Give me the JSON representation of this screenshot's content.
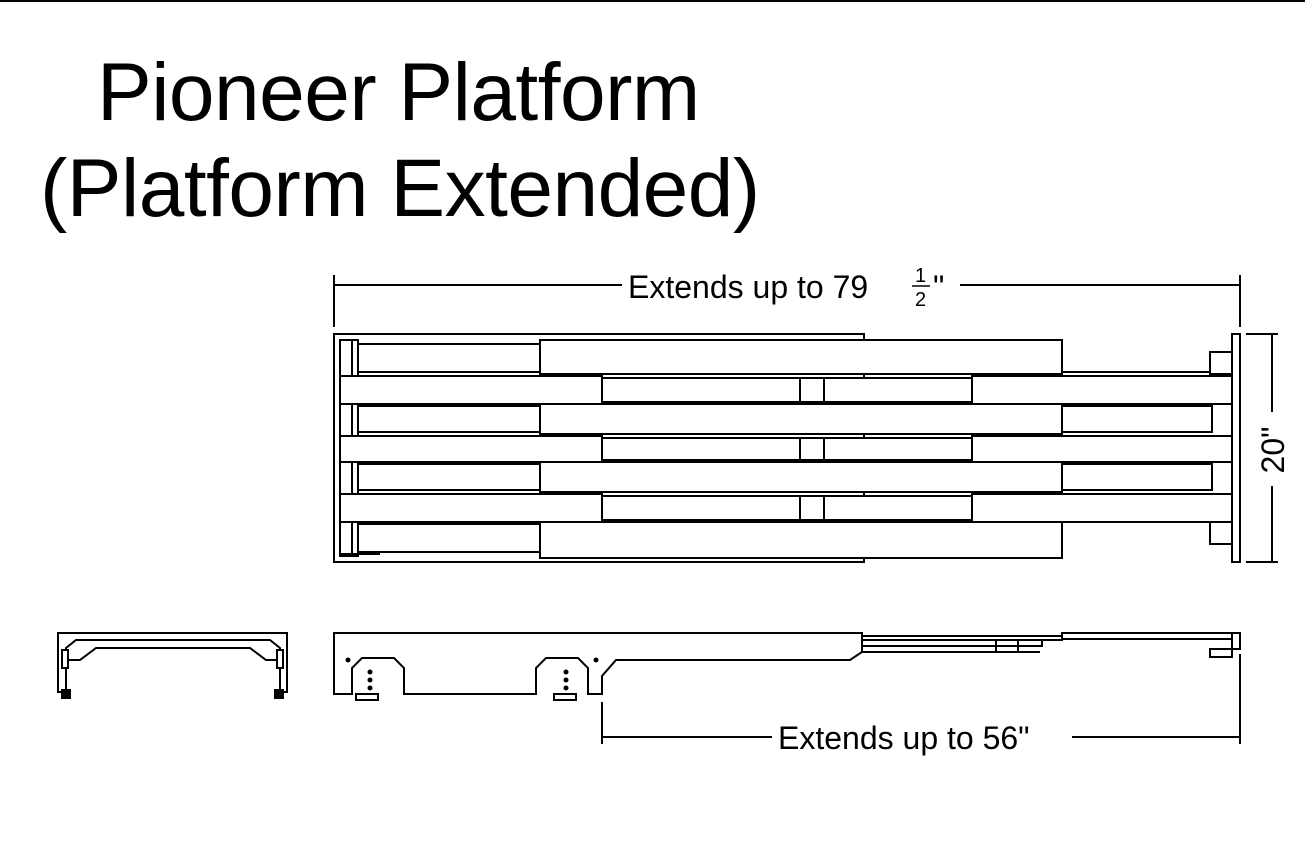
{
  "title": {
    "line1": "Pioneer Platform",
    "line2": "(Platform Extended)"
  },
  "dimensions": {
    "overall_length_prefix": "Extends up to 79",
    "overall_length_frac_num": "1",
    "overall_length_frac_den": "2",
    "overall_length_suffix": "\"",
    "width": "20\"",
    "extension": "Extends up to 56\""
  }
}
